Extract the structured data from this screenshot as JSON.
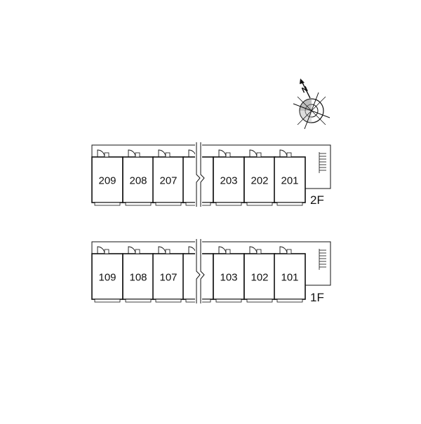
{
  "floors": [
    {
      "label": "2F",
      "units": [
        {
          "number": "209"
        },
        {
          "number": "208"
        },
        {
          "number": "207"
        },
        {
          "number": ""
        },
        {
          "number": "203"
        },
        {
          "number": "202"
        },
        {
          "number": "201"
        }
      ]
    },
    {
      "label": "1F",
      "units": [
        {
          "number": "109"
        },
        {
          "number": "108"
        },
        {
          "number": "107"
        },
        {
          "number": ""
        },
        {
          "number": "103"
        },
        {
          "number": "102"
        },
        {
          "number": "101"
        }
      ]
    }
  ],
  "compass": {
    "north_label": "N",
    "icon": "compass-rose-icon"
  },
  "colors": {
    "line": "#111111",
    "background": "#ffffff",
    "compass_shade": "#888888"
  }
}
